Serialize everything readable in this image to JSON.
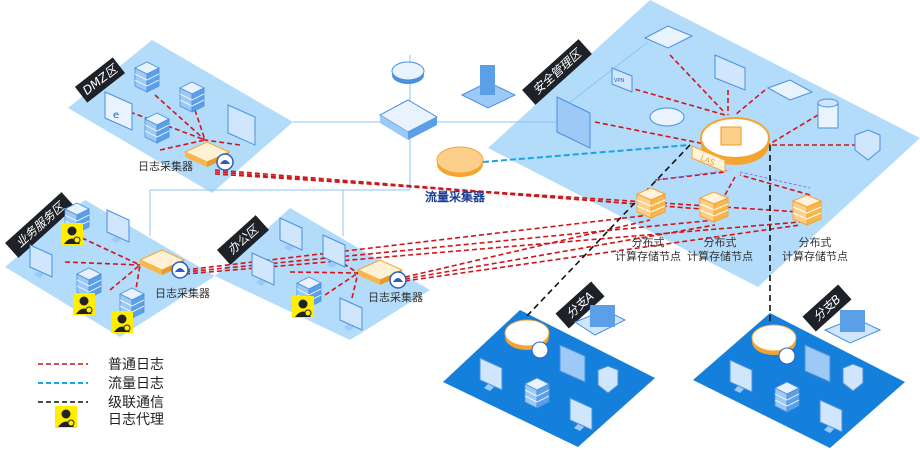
{
  "zones": {
    "dmz": "DMZ区",
    "business": "业务服务区",
    "office": "办公区",
    "security": "安全管理区",
    "branch_a": "分支A",
    "branch_b": "分支B"
  },
  "nodes": {
    "log_collector": "日志采集器",
    "flow_collector": "流量采集器",
    "las": "LAS",
    "vpn": "VPN",
    "storage_line1": "分布式",
    "storage_line2": "计算存储节点"
  },
  "legend": [
    {
      "label": "普通日志",
      "color": "#d0161b",
      "style": "dashed"
    },
    {
      "label": "流量日志",
      "color": "#1aa3e8",
      "style": "dashed"
    },
    {
      "label": "级联通信",
      "color": "#111111",
      "style": "dashed"
    },
    {
      "label": "日志代理",
      "icon": "log-agent-icon",
      "color": "#ffee00"
    }
  ],
  "colors": {
    "zone_light": "#b3dcfa",
    "zone_dark": "#1480dc",
    "collector": "#f7b74d",
    "tag": "#1e2228"
  }
}
